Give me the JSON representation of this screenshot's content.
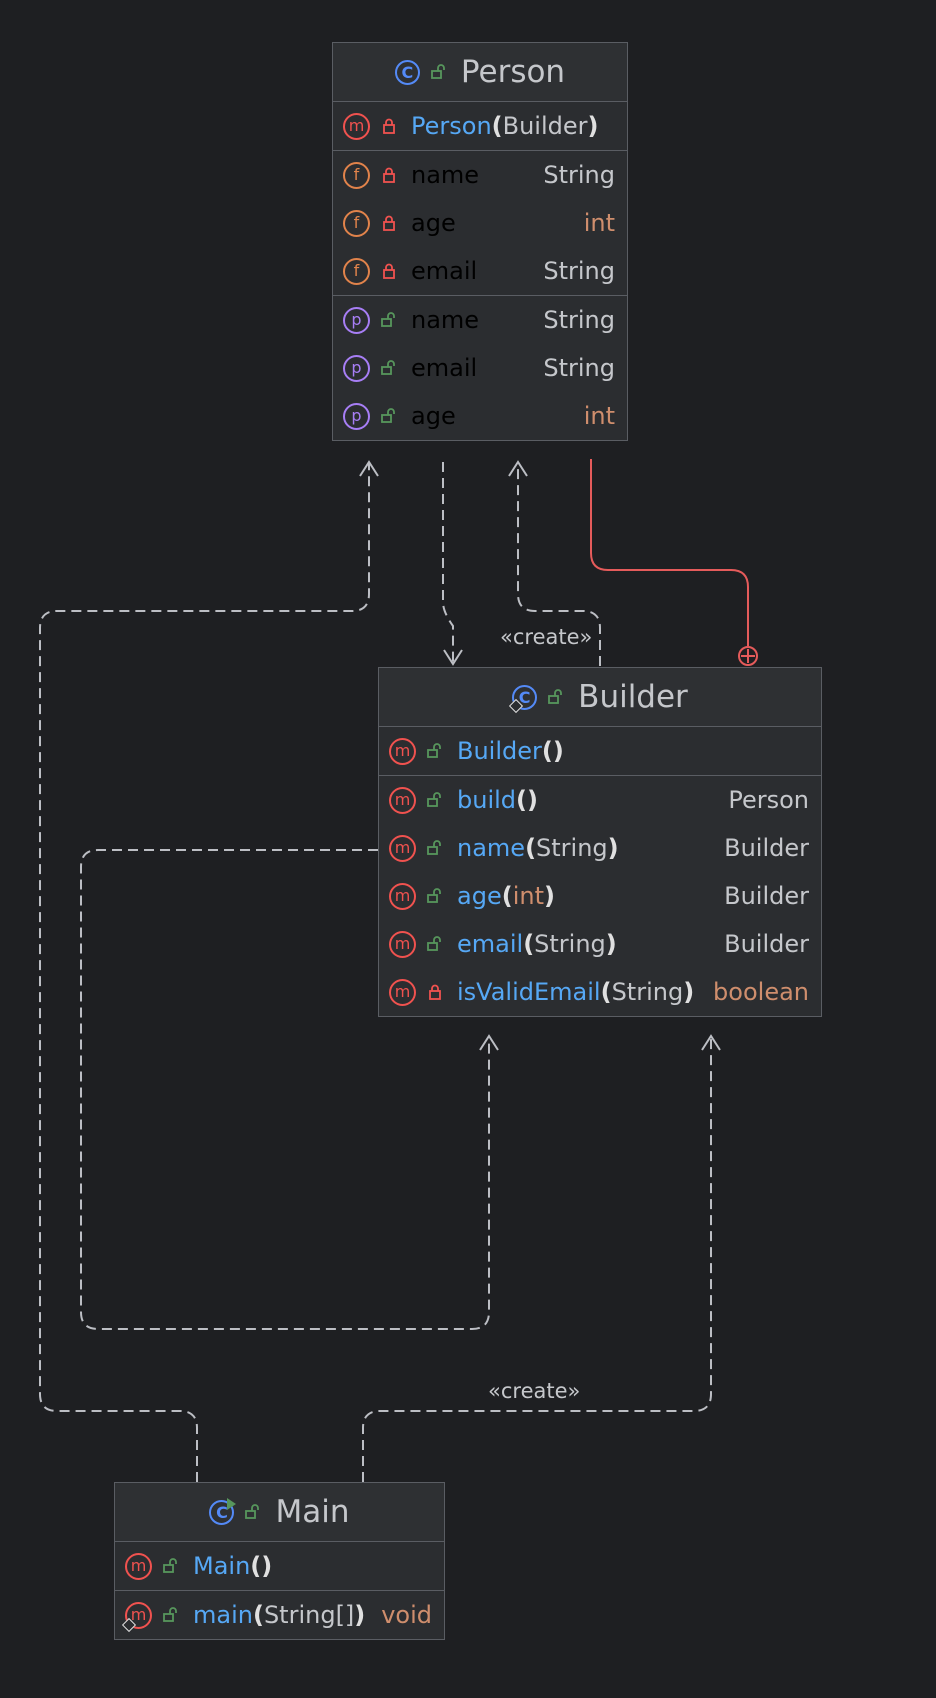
{
  "classes": {
    "person": {
      "name": "Person",
      "constructor": {
        "name": "Person",
        "param": "Builder"
      },
      "fields": [
        {
          "name": "name",
          "type": "String"
        },
        {
          "name": "age",
          "type": "int"
        },
        {
          "name": "email",
          "type": "String"
        }
      ],
      "properties": [
        {
          "name": "name",
          "type": "String"
        },
        {
          "name": "email",
          "type": "String"
        },
        {
          "name": "age",
          "type": "int"
        }
      ]
    },
    "builder": {
      "name": "Builder",
      "constructor": {
        "name": "Builder"
      },
      "methods": [
        {
          "name": "build",
          "param": "",
          "type": "Person"
        },
        {
          "name": "name",
          "param": "String",
          "type": "Builder"
        },
        {
          "name": "age",
          "param": "int",
          "type": "Builder"
        },
        {
          "name": "email",
          "param": "String",
          "type": "Builder"
        },
        {
          "name": "isValidEmail",
          "param": "String",
          "type": "boolean"
        }
      ]
    },
    "main": {
      "name": "Main",
      "constructor": {
        "name": "Main"
      },
      "methods": [
        {
          "name": "main",
          "param": "String[]",
          "type": "void"
        }
      ]
    }
  },
  "edge_labels": {
    "create_1": "«create»",
    "create_2": "«create»"
  },
  "icons": {
    "class": "class-icon",
    "runnable_class": "runnable-class-icon",
    "method": "method-icon",
    "field": "field-icon",
    "property": "property-icon",
    "public": "public-lock-open-icon",
    "private": "private-lock-icon"
  },
  "colors": {
    "background": "#1e1f22",
    "box": "#2b2d30",
    "border": "#5a5d63",
    "method_name": "#56a8f5",
    "field_name": "#c77dbb",
    "keyword": "#cf8e6d",
    "edge": "#bcbec4",
    "nested_edge": "#e55b5b"
  }
}
